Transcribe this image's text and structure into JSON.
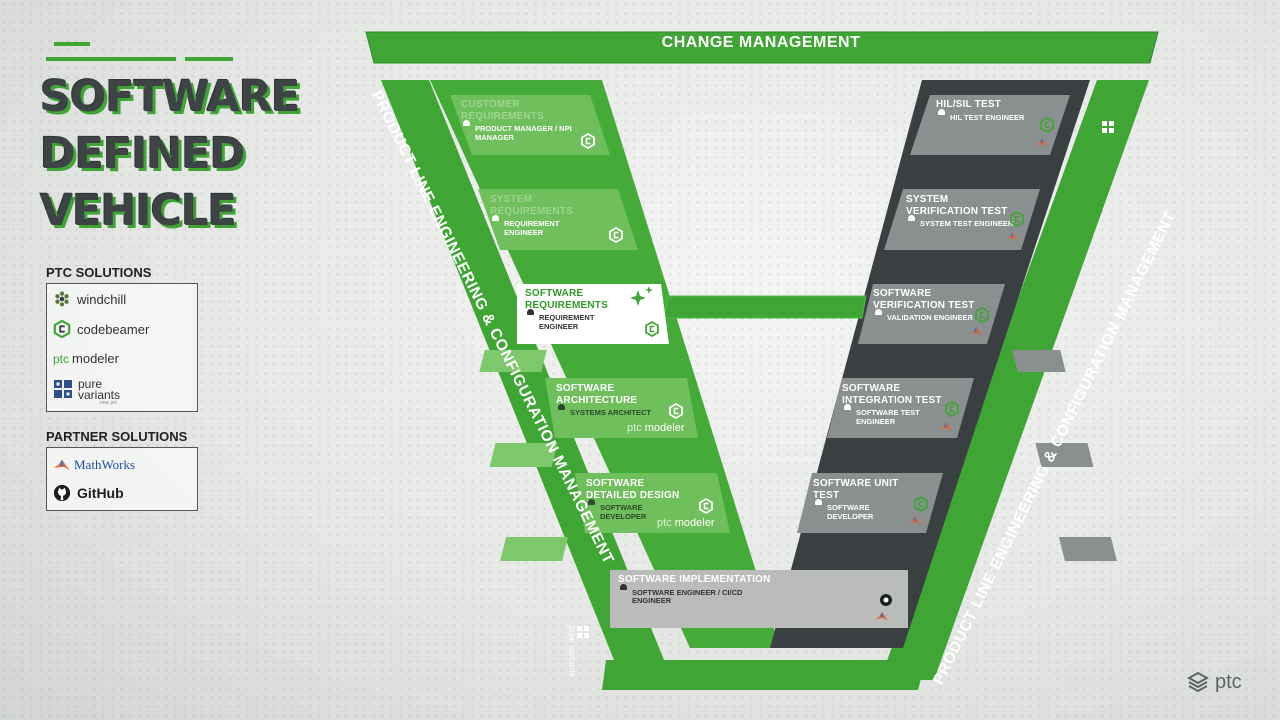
{
  "title": {
    "lines": [
      "SOFTWARE",
      "DEFINED",
      "VEHICLE"
    ]
  },
  "ptc_solutions": {
    "heading": "PTC SOLUTIONS",
    "items": [
      {
        "label": "windchill",
        "icon": "windchill-icon"
      },
      {
        "label": "codebeamer",
        "icon": "codebeamer-icon"
      },
      {
        "label": "modeler",
        "prefix": "ptc",
        "icon": "ptc-modeler-logo"
      },
      {
        "label": "pure",
        "sub": "variants",
        "tag": "now ptc",
        "icon": "pure-variants-icon"
      }
    ]
  },
  "partner_solutions": {
    "heading": "PARTNER SOLUTIONS",
    "items": [
      {
        "label": "MathWorks",
        "icon": "mathworks-icon"
      },
      {
        "label": "GitHub",
        "icon": "github-icon"
      }
    ]
  },
  "diagram": {
    "change_management": "CHANGE MANAGEMENT",
    "product_line_left": "PRODUCT LINE ENGINEERING & CONFIGURATION MANAGEMENT",
    "product_line_right": "PRODUCT LINE ENGINEERING & CONFIGURATION MANAGEMENT",
    "pure_variants_label": "pure variants",
    "left_steps": [
      {
        "name": "CUSTOMER REQUIREMENTS",
        "role": "PRODUCT MANAGER / NPI MANAGER",
        "tool": "codebeamer-icon"
      },
      {
        "name": "SYSTEM REQUIREMENTS",
        "role": "REQUIREMENT ENGINEER",
        "tool": "codebeamer-icon"
      },
      {
        "name": "SOFTWARE REQUIREMENTS",
        "role": "REQUIREMENT ENGINEER",
        "tool": "codebeamer-icon"
      },
      {
        "name": "SOFTWARE ARCHITECTURE",
        "role": "SYSTEMS ARCHITECT",
        "tool": "ptc modeler"
      },
      {
        "name": "SOFTWARE DETAILED DESIGN",
        "role": "SOFTWARE DEVELOPER",
        "tool": "ptc modeler"
      }
    ],
    "bottom_step": {
      "name": "SOFTWARE IMPLEMENTATION",
      "role": "SOFTWARE ENGINEER / CI/CD ENGINEER",
      "tools": [
        "github-icon",
        "mathworks-icon"
      ]
    },
    "right_steps": [
      {
        "name": "HIL/SIL TEST",
        "role": "HIL TEST ENGINEER"
      },
      {
        "name": "SYSTEM VERIFICATION TEST",
        "role": "SYSTEM TEST ENGINEER"
      },
      {
        "name": "SOFTWARE VERIFICATION TEST",
        "role": "VALIDATION ENGINEER"
      },
      {
        "name": "SOFTWARE INTEGRATION TEST",
        "role": "SOFTWARE TEST ENGINEER"
      },
      {
        "name": "SOFTWARE UNIT TEST",
        "role": "SOFTWARE DEVELOPER"
      }
    ]
  },
  "brand": {
    "label": "ptc"
  },
  "colors": {
    "green": "#3fa535",
    "dark": "#3a4042",
    "light_green": "#6fbf5c"
  }
}
